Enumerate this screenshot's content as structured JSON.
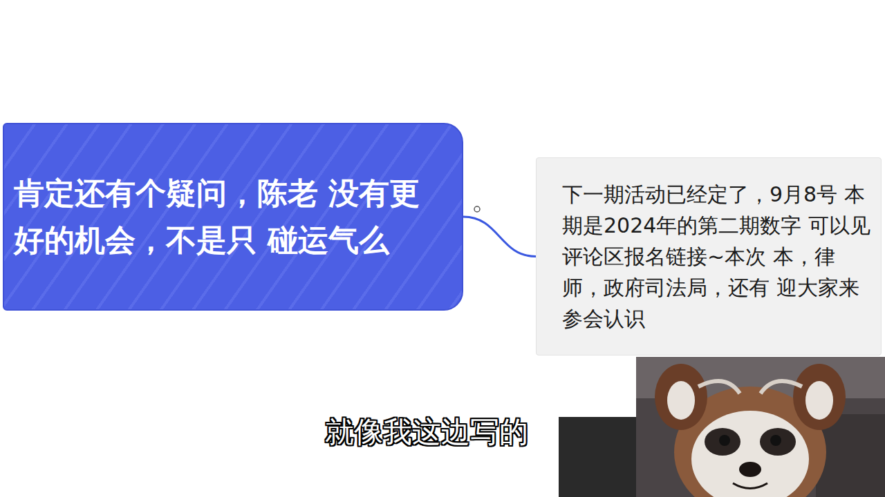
{
  "diagram": {
    "nodes": [
      {
        "text": [
          "肯定还有个疑问，陈老 没有更好的机会，不是只 碰运气么"
        ]
      },
      {
        "text": [
          "下一期活动已经定了，9月8号 本期是2024年的第二期数字 可以见评论区报名链接~本次 本，律师，政府司法局，还有 迎大家来参会认识"
        ]
      }
    ],
    "edges": [
      {
        "from": 0,
        "to": 1,
        "arrow": "none"
      }
    ],
    "labels": [
      "就像我这边写的"
    ]
  }
}
